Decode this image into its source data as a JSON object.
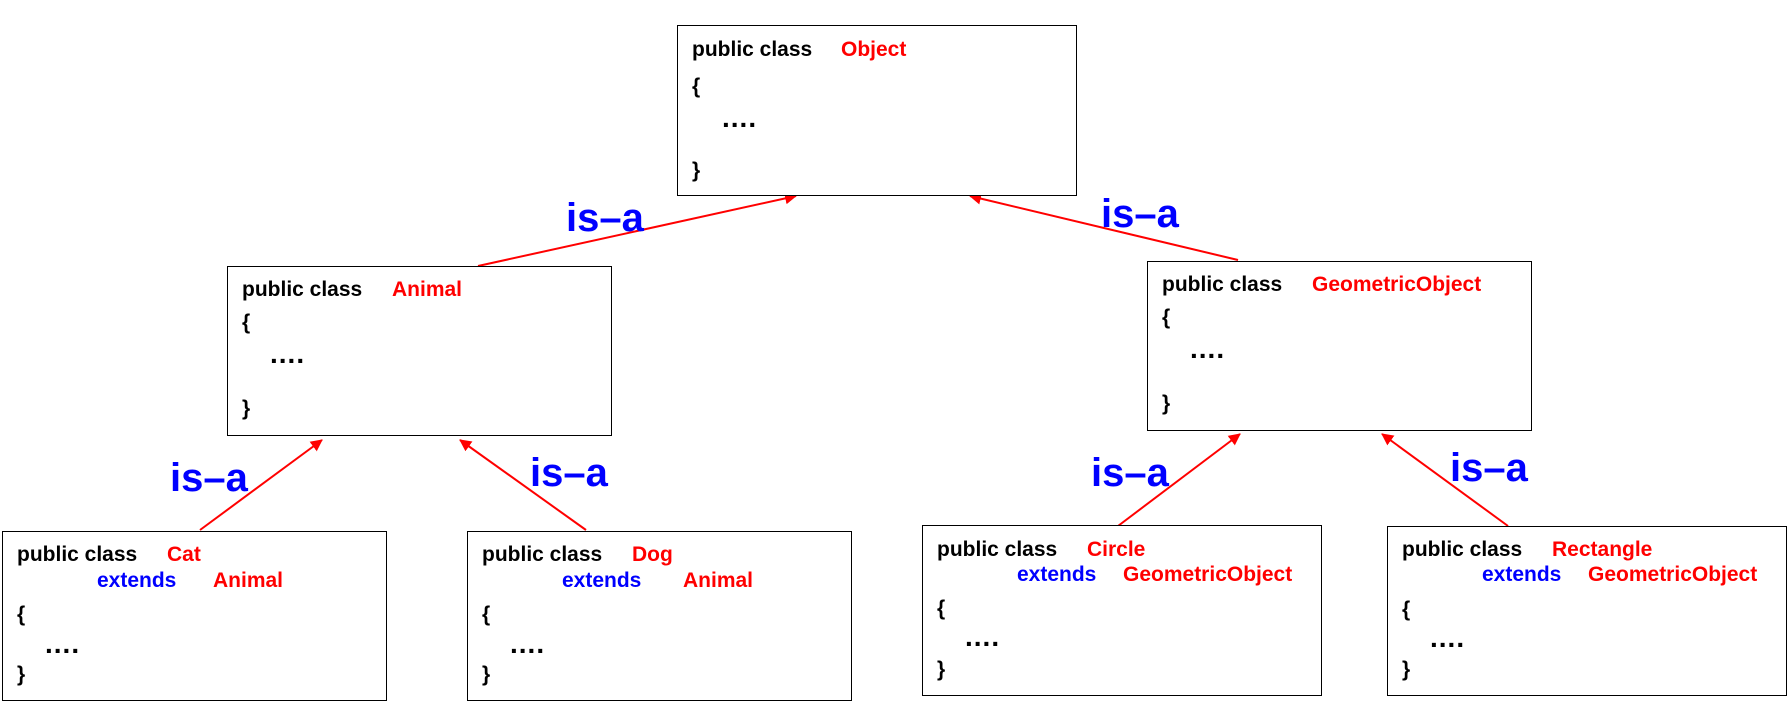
{
  "colors": {
    "relation": "#0000ff",
    "class_name": "#ff0000",
    "keyword": "#000000",
    "arrow": "#ff0000"
  },
  "classes": {
    "object": {
      "decl": "public class",
      "name": "Object",
      "open": "{",
      "body": "....",
      "close": "}"
    },
    "animal": {
      "decl": "public class",
      "name": "Animal",
      "open": "{",
      "body": "....",
      "close": "}"
    },
    "geometric": {
      "decl": "public class",
      "name": "GeometricObject",
      "open": "{",
      "body": "....",
      "close": "}"
    },
    "cat": {
      "decl": "public class",
      "name": "Cat",
      "extends": "extends",
      "parent": "Animal",
      "open": "{",
      "body": "....",
      "close": "}"
    },
    "dog": {
      "decl": "public class",
      "name": "Dog",
      "extends": "extends",
      "parent": "Animal",
      "open": "{",
      "body": "....",
      "close": "}"
    },
    "circle": {
      "decl": "public class",
      "name": "Circle",
      "extends": "extends",
      "parent": "GeometricObject",
      "open": "{",
      "body": "....",
      "close": "}"
    },
    "rectangle": {
      "decl": "public class",
      "name": "Rectangle",
      "extends": "extends",
      "parent": "GeometricObject",
      "open": "{",
      "body": "....",
      "close": "}"
    }
  },
  "relations": [
    {
      "from": "Animal",
      "to": "Object",
      "label": "is–a"
    },
    {
      "from": "GeometricObject",
      "to": "Object",
      "label": "is–a"
    },
    {
      "from": "Cat",
      "to": "Animal",
      "label": "is–a"
    },
    {
      "from": "Dog",
      "to": "Animal",
      "label": "is–a"
    },
    {
      "from": "Circle",
      "to": "GeometricObject",
      "label": "is–a"
    },
    {
      "from": "Rectangle",
      "to": "GeometricObject",
      "label": "is–a"
    }
  ]
}
